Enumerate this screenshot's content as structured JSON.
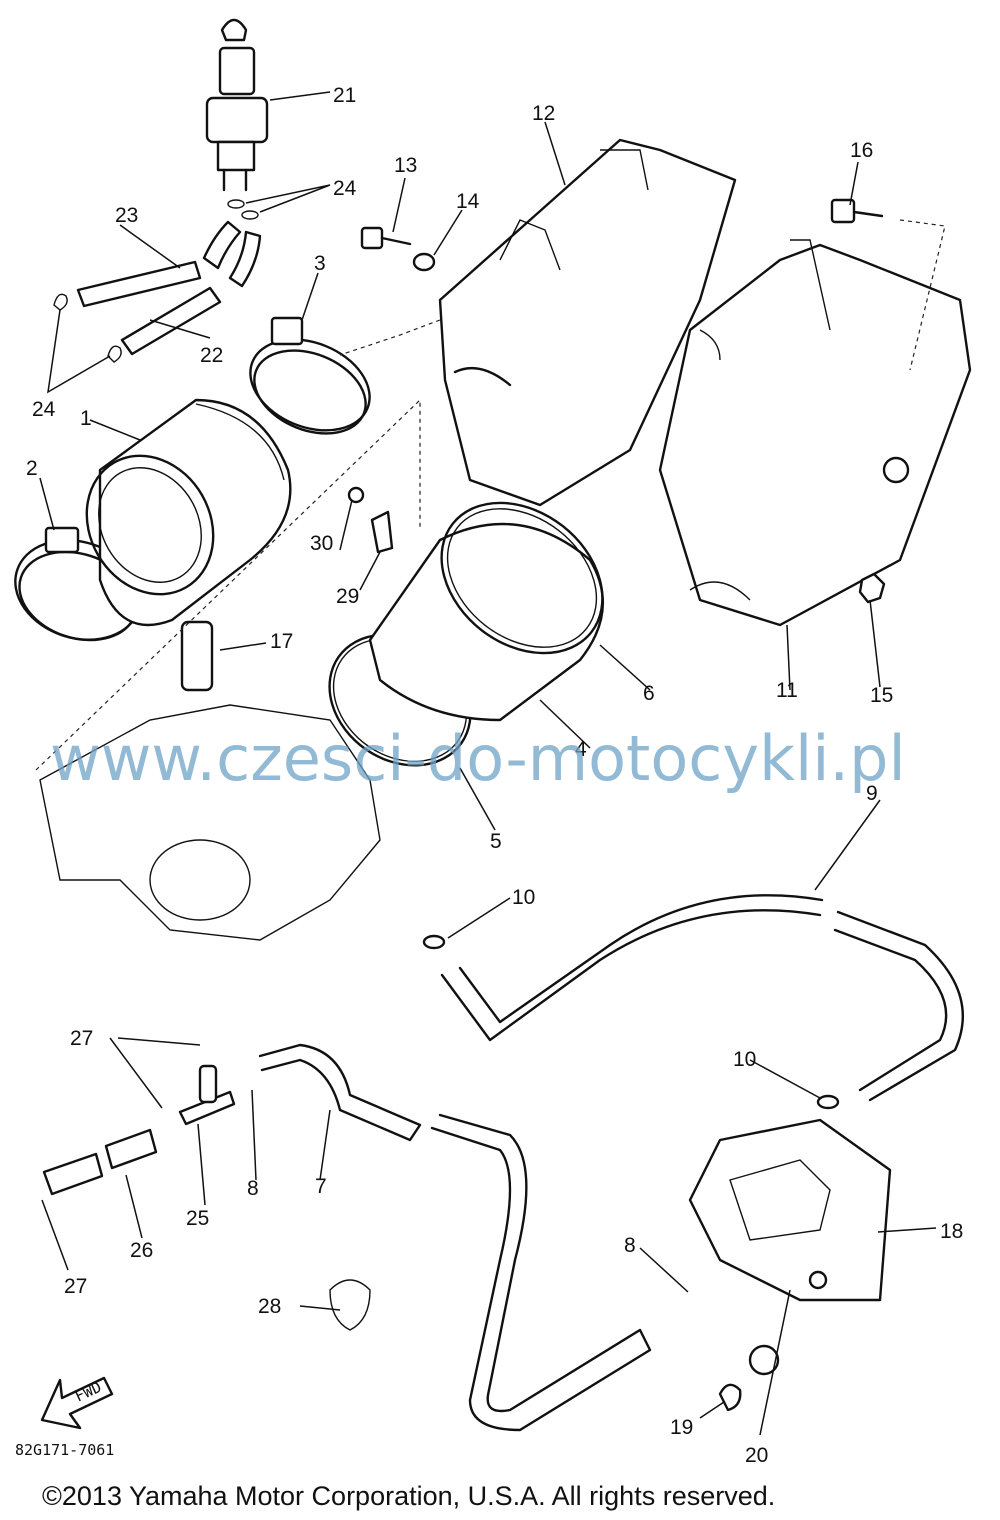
{
  "diagram": {
    "watermark": "www.czesci-do-motocykli.pl",
    "ref_code": "82G171-7061",
    "copyright": "©2013 Yamaha Motor Corporation, U.S.A. All rights reserved.",
    "fwd_label": "FWD",
    "labels": {
      "p1": "1",
      "p2": "2",
      "p3": "3",
      "p4": "4",
      "p5": "5",
      "p6": "6",
      "p7": "7",
      "p8a": "8",
      "p8b": "8",
      "p9": "9",
      "p10a": "10",
      "p10b": "10",
      "p11": "11",
      "p12": "12",
      "p13": "13",
      "p14": "14",
      "p15": "15",
      "p16": "16",
      "p17": "17",
      "p18": "18",
      "p19": "19",
      "p20": "20",
      "p21": "21",
      "p22": "22",
      "p23": "23",
      "p24a": "24",
      "p24b": "24",
      "p25": "25",
      "p26": "26",
      "p27a": "27",
      "p27b": "27",
      "p28": "28",
      "p29": "29",
      "p30": "30"
    }
  }
}
